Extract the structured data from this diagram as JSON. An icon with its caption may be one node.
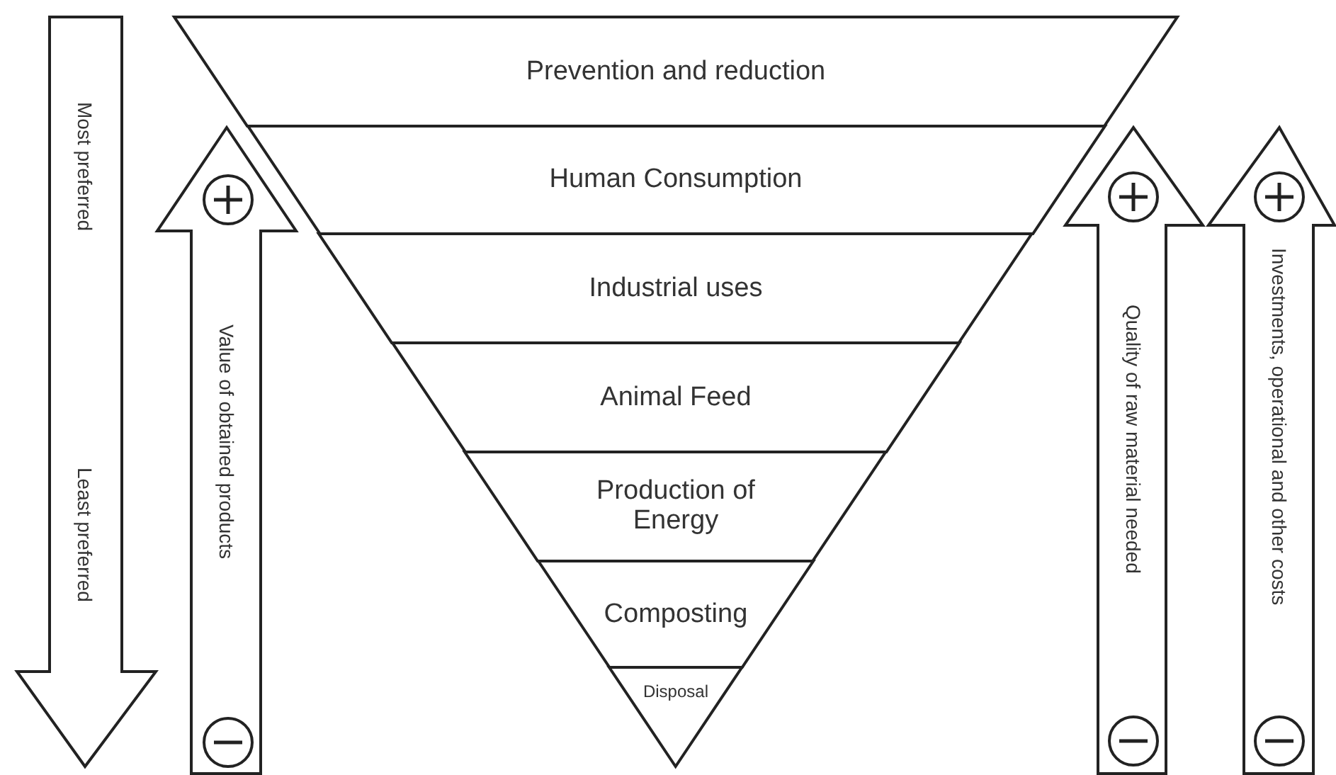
{
  "diagram": {
    "nodes": [
      {
        "text": [
          "Prevention and reduction"
        ]
      },
      {
        "text": [
          "Human Consumption"
        ]
      },
      {
        "text": [
          "Industrial uses"
        ]
      },
      {
        "text": [
          "Animal Feed"
        ]
      },
      {
        "text": [
          "Production of Energy"
        ]
      },
      {
        "text": [
          "Composting"
        ]
      },
      {
        "text": [
          "Disposal"
        ]
      }
    ],
    "labels": [
      "Most preferred",
      "Least preferred",
      "Value of obtained products",
      "Quality of raw material needed",
      "Investments, operational and other costs"
    ]
  }
}
